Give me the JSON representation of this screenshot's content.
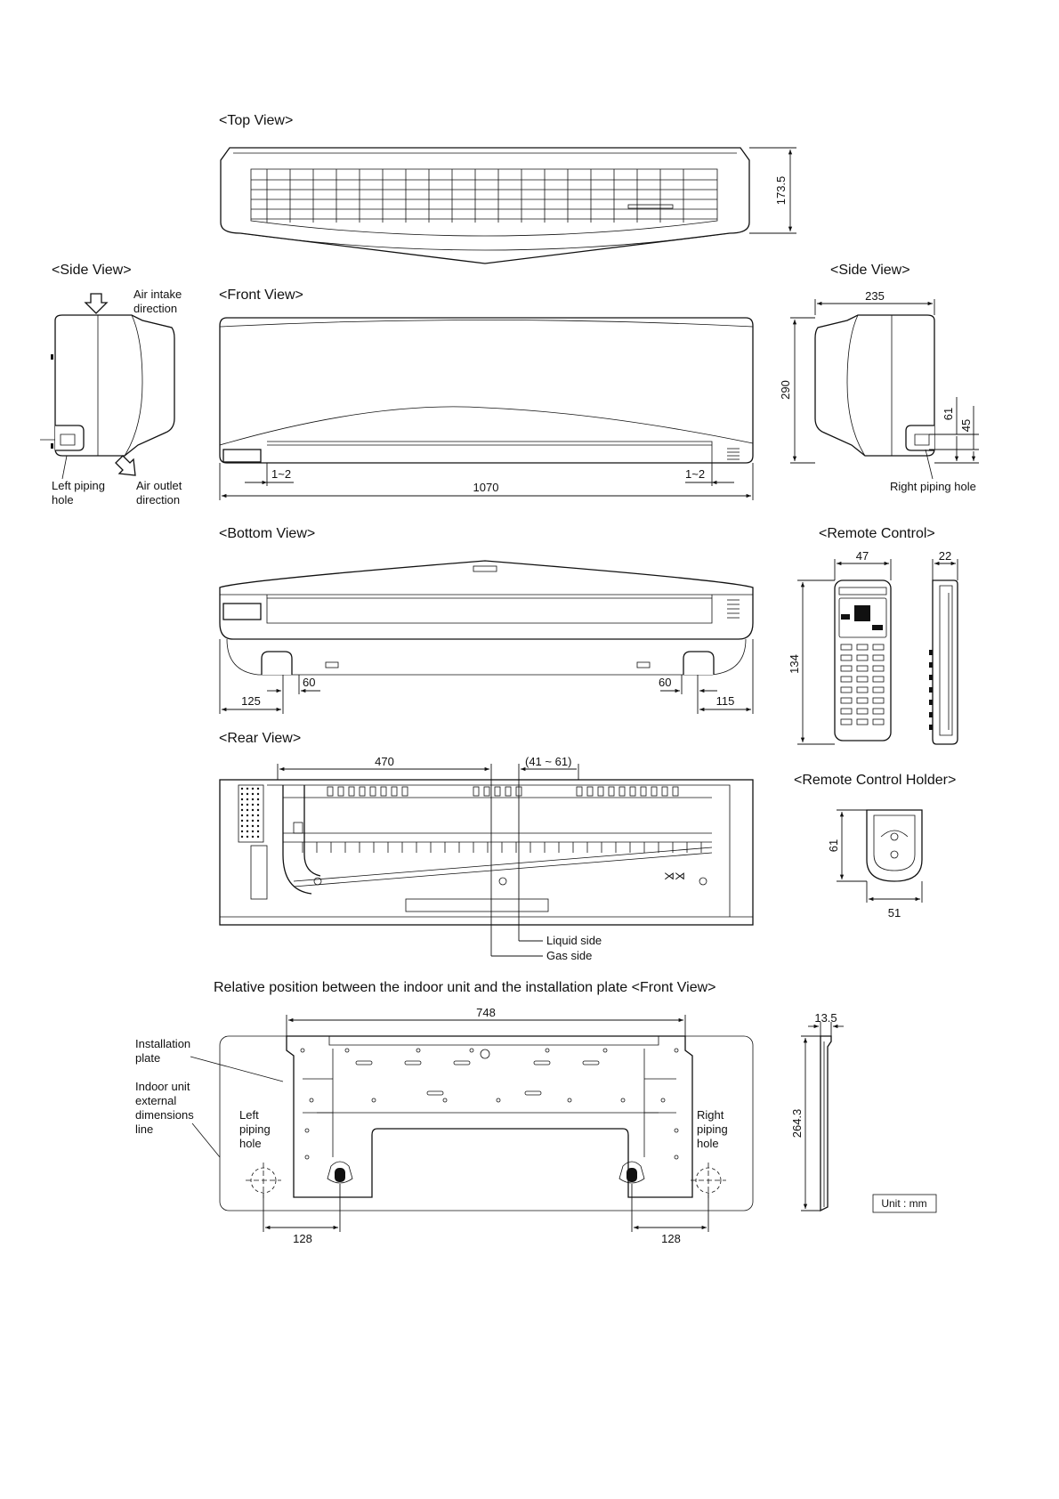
{
  "headings": {
    "top_view": "<Top View>",
    "side_view_left": "<Side View>",
    "front_view": "<Front View>",
    "side_view_right": "<Side View>",
    "bottom_view": "<Bottom View>",
    "remote_control": "<Remote Control>",
    "rear_view": "<Rear View>",
    "remote_holder": "<Remote Control Holder>",
    "relative_position": "Relative position between the indoor unit and the installation plate <Front View>"
  },
  "labels": {
    "air_intake_1": "Air intake",
    "air_intake_2": "direction",
    "air_outlet_1": "Air outlet",
    "air_outlet_2": "direction",
    "left_piping_1": "Left piping",
    "left_piping_2": "hole",
    "right_piping": "Right piping hole",
    "liquid_side": "Liquid side",
    "gas_side": "Gas side",
    "installation_plate_1": "Installation",
    "installation_plate_2": "plate",
    "indoor_unit_1": "Indoor unit",
    "indoor_unit_2": "external",
    "indoor_unit_3": "dimensions",
    "indoor_unit_4": "line",
    "left_hole_1": "Left",
    "left_hole_2": "piping",
    "left_hole_3": "hole",
    "right_hole_1": "Right",
    "right_hole_2": "piping",
    "right_hole_3": "hole",
    "unit": "Unit : mm"
  },
  "dimensions": {
    "top_depth": "173.5",
    "side_width": "235",
    "height": "290",
    "pipe_61": "61",
    "pipe_45": "45",
    "front_gap_left": "1~2",
    "front_gap_right": "1~2",
    "width": "1070",
    "bottom_60_left": "60",
    "bottom_60_right": "60",
    "bottom_125": "125",
    "bottom_115": "115",
    "remote_width": "47",
    "remote_depth": "22",
    "remote_height": "134",
    "rear_470": "470",
    "rear_range": "(41 ~ 61)",
    "holder_height": "61",
    "holder_width": "51",
    "plate_width": "748",
    "plate_depth": "13.5",
    "plate_height": "264.3",
    "plate_128_left": "128",
    "plate_128_right": "128"
  }
}
